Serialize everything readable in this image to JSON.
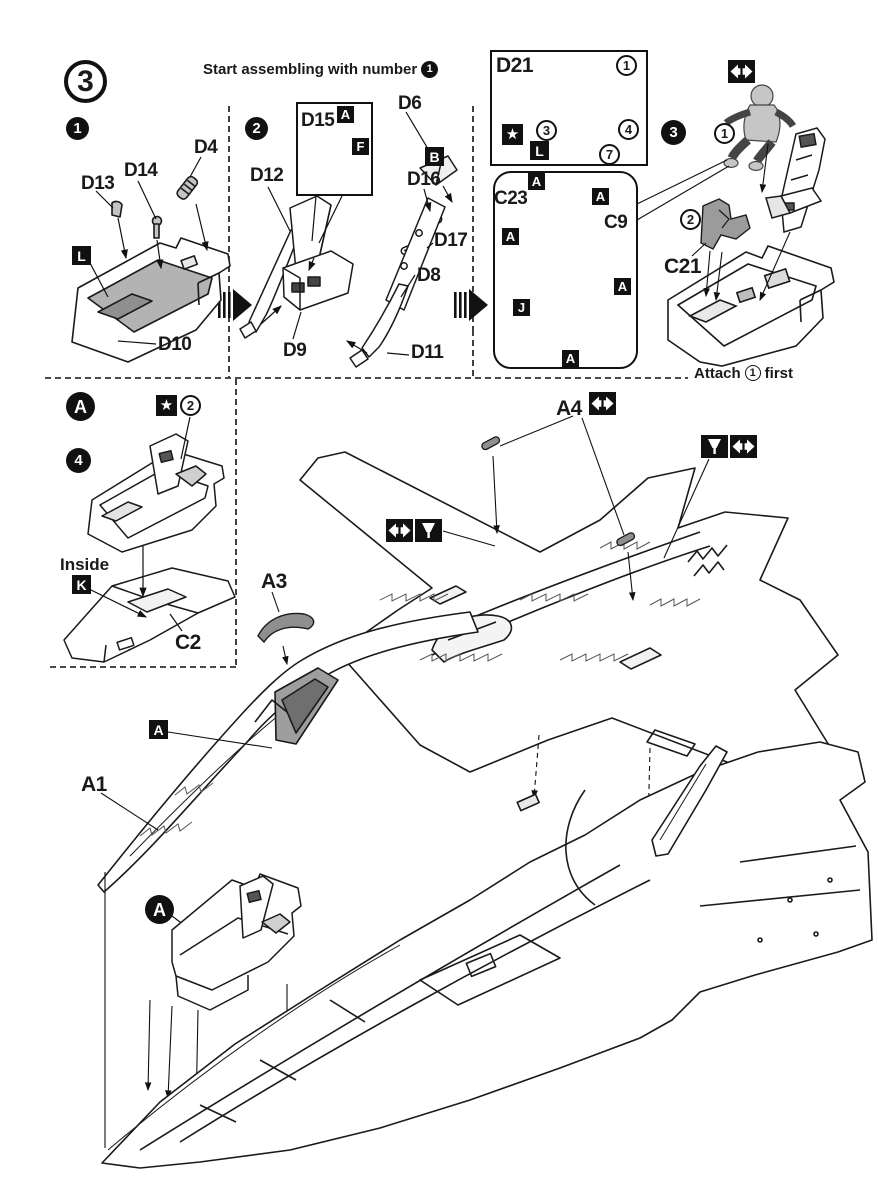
{
  "header": {
    "step_circle": "3",
    "start_note": "Start assembling with number",
    "start_badge": "1"
  },
  "step1": {
    "badge": "1",
    "d13": "D13",
    "d14": "D14",
    "d4": "D4",
    "paint_l": "L",
    "d10": "D10"
  },
  "step2": {
    "badge": "2",
    "inset": {
      "d15": "D15",
      "paint_a": "A",
      "paint_f": "F"
    },
    "d12": "D12",
    "d6": "D6",
    "paint_b": "B",
    "d16": "D16",
    "d17": "D17",
    "d8": "D8",
    "d9": "D9",
    "d11": "D11"
  },
  "d21_box": {
    "title": "D21",
    "callout_1": "1",
    "callout_3": "3",
    "callout_4": "4",
    "callout_7": "7",
    "star": "★",
    "paint_l": "L"
  },
  "pilot_box": {
    "paint_a": "A",
    "c23": "C23",
    "c9": "C9",
    "paint_j": "J"
  },
  "step3": {
    "badge": "3",
    "callout_1": "1",
    "callout_2": "2",
    "c21": "C21",
    "attach_note": {
      "pre": "Attach",
      "badge": "1",
      "post": "first"
    }
  },
  "box_a": {
    "badge_a": "A",
    "star": "★",
    "callout_2": "2",
    "badge_4": "4",
    "inside_label": "Inside",
    "paint_k": "K",
    "c2": "C2"
  },
  "main_view": {
    "a4": "A4",
    "a3": "A3",
    "paint_a": "A",
    "a1": "A1",
    "badge_a": "A"
  },
  "colors": {
    "ink": "#1a1a1a",
    "paper": "#ffffff",
    "label_bg": "#111111",
    "part_gray": "#9e9e9e"
  }
}
